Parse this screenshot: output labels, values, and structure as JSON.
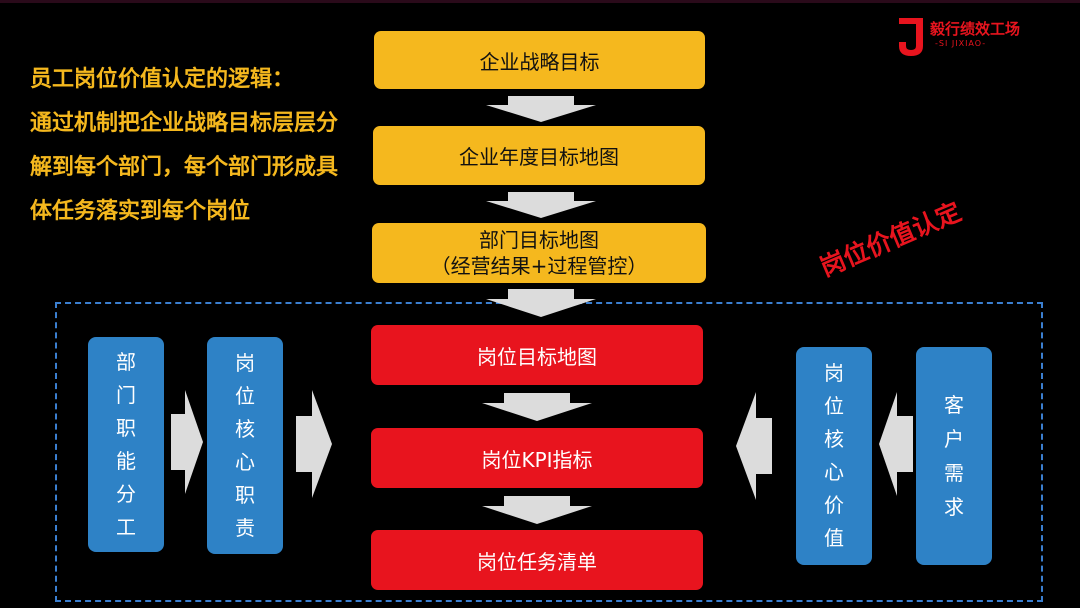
{
  "left_text": {
    "lines": [
      "员工岗位价值认定的逻辑：",
      "通过机制把企业战略目标层层分",
      "解到每个部门，每个部门形成具",
      "体任务落实到每个岗位"
    ]
  },
  "logo": {
    "name": "毅行绩效工场",
    "sub": "-SI JIXIAO-"
  },
  "flow": {
    "yellow": [
      {
        "line1": "企业战略目标",
        "line2": ""
      },
      {
        "line1": "企业年度目标地图",
        "line2": ""
      },
      {
        "line1": "部门目标地图",
        "line2": "（经营结果+过程管控）"
      }
    ],
    "red": [
      "岗位目标地图",
      "岗位KPI指标",
      "岗位任务清单"
    ]
  },
  "stamp": "岗位价值认定",
  "left_columns": [
    {
      "chars": [
        "部",
        "门",
        "职",
        "能",
        "分",
        "工"
      ]
    },
    {
      "chars": [
        "岗",
        "位",
        "核",
        "心",
        "职",
        "责"
      ]
    }
  ],
  "right_columns": [
    {
      "chars": [
        "岗",
        "位",
        "核",
        "心",
        "价",
        "值"
      ]
    },
    {
      "chars": [
        "客",
        "户",
        "需",
        "求"
      ]
    }
  ],
  "colors": {
    "yellow": "#f5b81e",
    "red": "#e8141e",
    "blue": "#2e82c6",
    "dashed_border": "#3b7fd0",
    "arrow": "#dcdcdc"
  }
}
